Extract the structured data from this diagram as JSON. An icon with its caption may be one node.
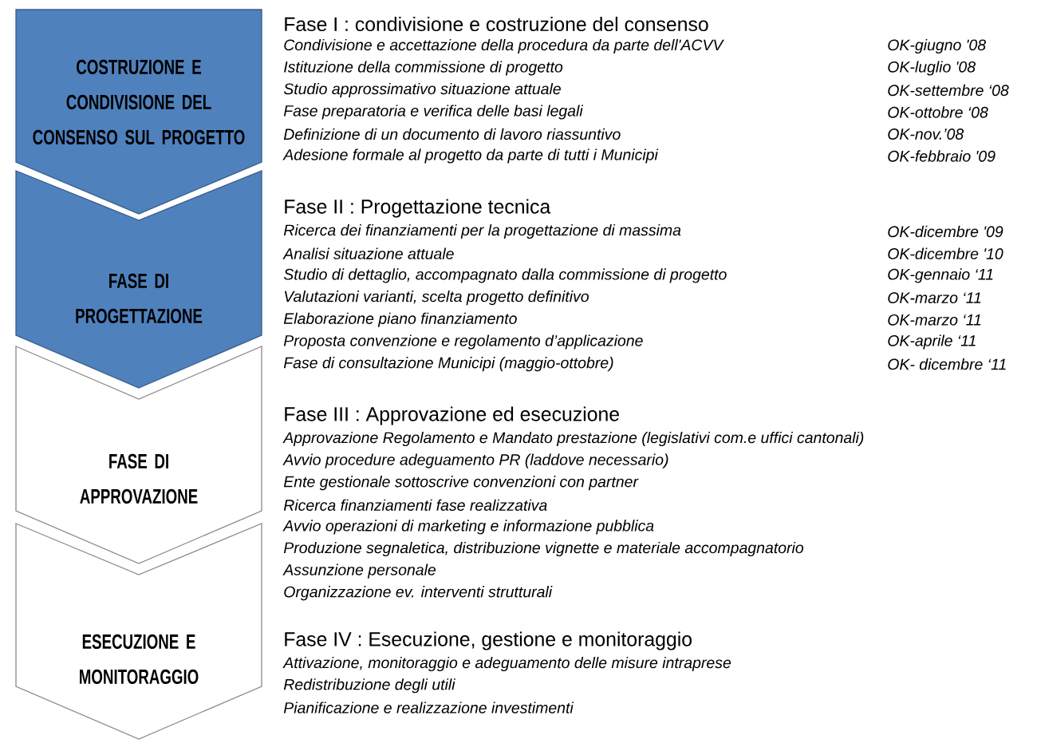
{
  "diagram": {
    "nodes": [
      {
        "text": [
          "COSTRUZIONE E CONDIVISIONE DEL CONSENSO SUL PROGETTO"
        ]
      },
      {
        "text": [
          "FASE DI PROGETTAZIONE"
        ]
      },
      {
        "text": [
          "FASE DI APPROVAZIONE"
        ]
      },
      {
        "text": [
          "ESECUZIONE E MONITORAGGIO"
        ]
      }
    ],
    "labels": [
      "Fase I : condivisione e costruzione del consenso",
      "Condivisione e accettazione della procedura da parte dell'ACVV",
      "OK-giugno '08",
      "Istituzione della commissione di progetto",
      "OK-luglio '08",
      "Studio approssimativo situazione attuale",
      "OK-settembre ‘08",
      "Fase preparatoria e verifica delle basi legali",
      "OK-ottobre ‘08",
      "Definizione di un documento di lavoro riassuntivo",
      "OK-nov.’08",
      "Adesione formale al progetto da parte di tutti i Municipi",
      "OK-febbraio '09",
      "Fase II : Progettazione tecnica",
      "Ricerca dei finanziamenti per la progettazione di massima",
      "OK-dicembre '09",
      "Analisi situazione attuale",
      "OK-dicembre '10",
      "Studio di dettaglio, accompagnato dalla commissione di progetto",
      "OK-gennaio ‘11",
      "Valutazioni varianti, scelta progetto definitivo",
      "OK-marzo ‘11",
      "Elaborazione piano finanziamento",
      "OK-marzo ‘11",
      "Proposta convenzione e regolamento d’applicazione",
      "OK-aprile ‘11",
      "Fase di consultazione Municipi (maggio-ottobre)",
      "OK- dicembre ‘11",
      "Fase III : Approvazione ed esecuzione",
      "Approvazione Regolamento e Mandato prestazione (legislativi com.e uffici cantonali)",
      "Avvio procedure adeguamento PR (laddove necessario)",
      "Ente gestionale sottoscrive convenzioni con partner",
      "Ricerca finanziamenti fase realizzativa",
      "Avvio operazioni di marketing e informazione pubblica",
      "Produzione segnaletica, distribuzione vignette e materiale accompagnatorio",
      "Assunzione personale",
      "Organizzazione ev. interventi strutturali",
      "Fase IV : Esecuzione, gestione e monitoraggio",
      "Attivazione, monitoraggio e adeguamento delle misure intraprese",
      "Redistribuzione degli utili",
      "Pianificazione e realizzazione investimenti"
    ]
  }
}
